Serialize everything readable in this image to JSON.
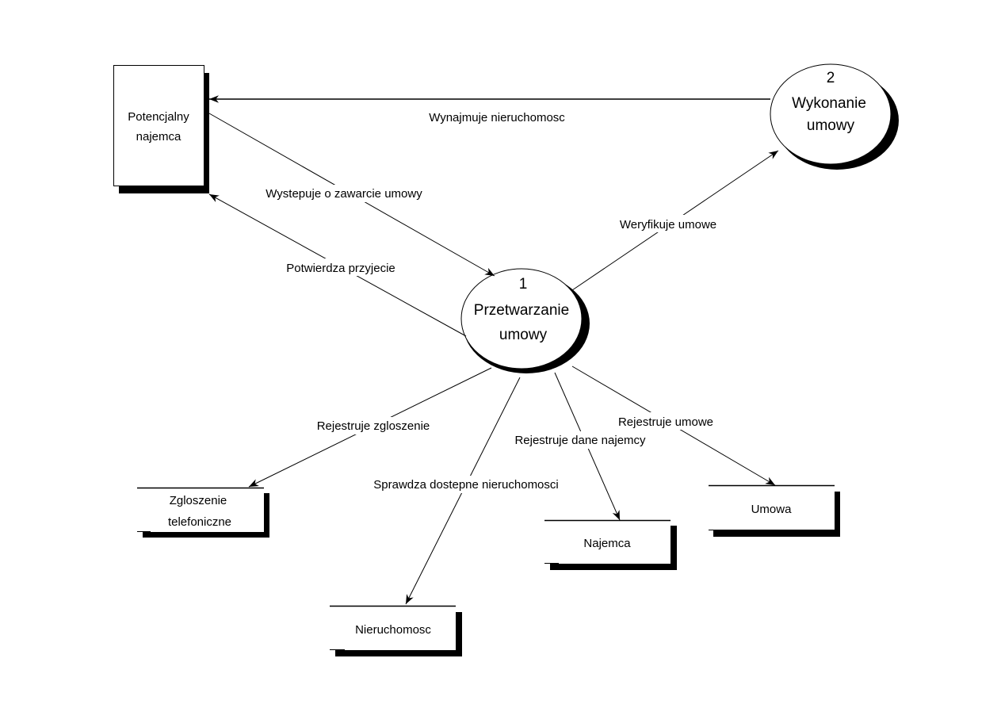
{
  "diagram": {
    "type": "data-flow-diagram",
    "external_entities": [
      {
        "id": "potencjalny_najemca",
        "lines": [
          "Potencjalny",
          "najemca"
        ]
      }
    ],
    "processes": [
      {
        "id": "p1",
        "number": "1",
        "lines": [
          "Przetwarzanie",
          "umowy"
        ]
      },
      {
        "id": "p2",
        "number": "2",
        "lines": [
          "Wykonanie",
          "umowy"
        ]
      }
    ],
    "data_stores": [
      {
        "id": "zgloszenie",
        "lines": [
          "Zgloszenie",
          "telefoniczne"
        ]
      },
      {
        "id": "nieruchomosc",
        "lines": [
          "Nieruchomosc"
        ]
      },
      {
        "id": "najemca",
        "lines": [
          "Najemca"
        ]
      },
      {
        "id": "umowa",
        "lines": [
          "Umowa"
        ]
      }
    ],
    "flows": [
      {
        "from": "p2",
        "to": "potencjalny_najemca",
        "label": "Wynajmuje nieruchomosc"
      },
      {
        "from": "potencjalny_najemca",
        "to": "p1",
        "label": "Wystepuje o zawarcie umowy"
      },
      {
        "from": "p1",
        "to": "potencjalny_najemca",
        "label": "Potwierdza przyjecie"
      },
      {
        "from": "p1",
        "to": "p2",
        "label": "Weryfikuje umowe"
      },
      {
        "from": "p1",
        "to": "zgloszenie",
        "label": "Rejestruje zgloszenie"
      },
      {
        "from": "p1",
        "to": "nieruchomosc",
        "label": "Sprawdza dostepne nieruchomosci"
      },
      {
        "from": "p1",
        "to": "najemca",
        "label": "Rejestruje dane najemcy"
      },
      {
        "from": "p1",
        "to": "umowa",
        "label": "Rejestruje umowe"
      }
    ]
  }
}
